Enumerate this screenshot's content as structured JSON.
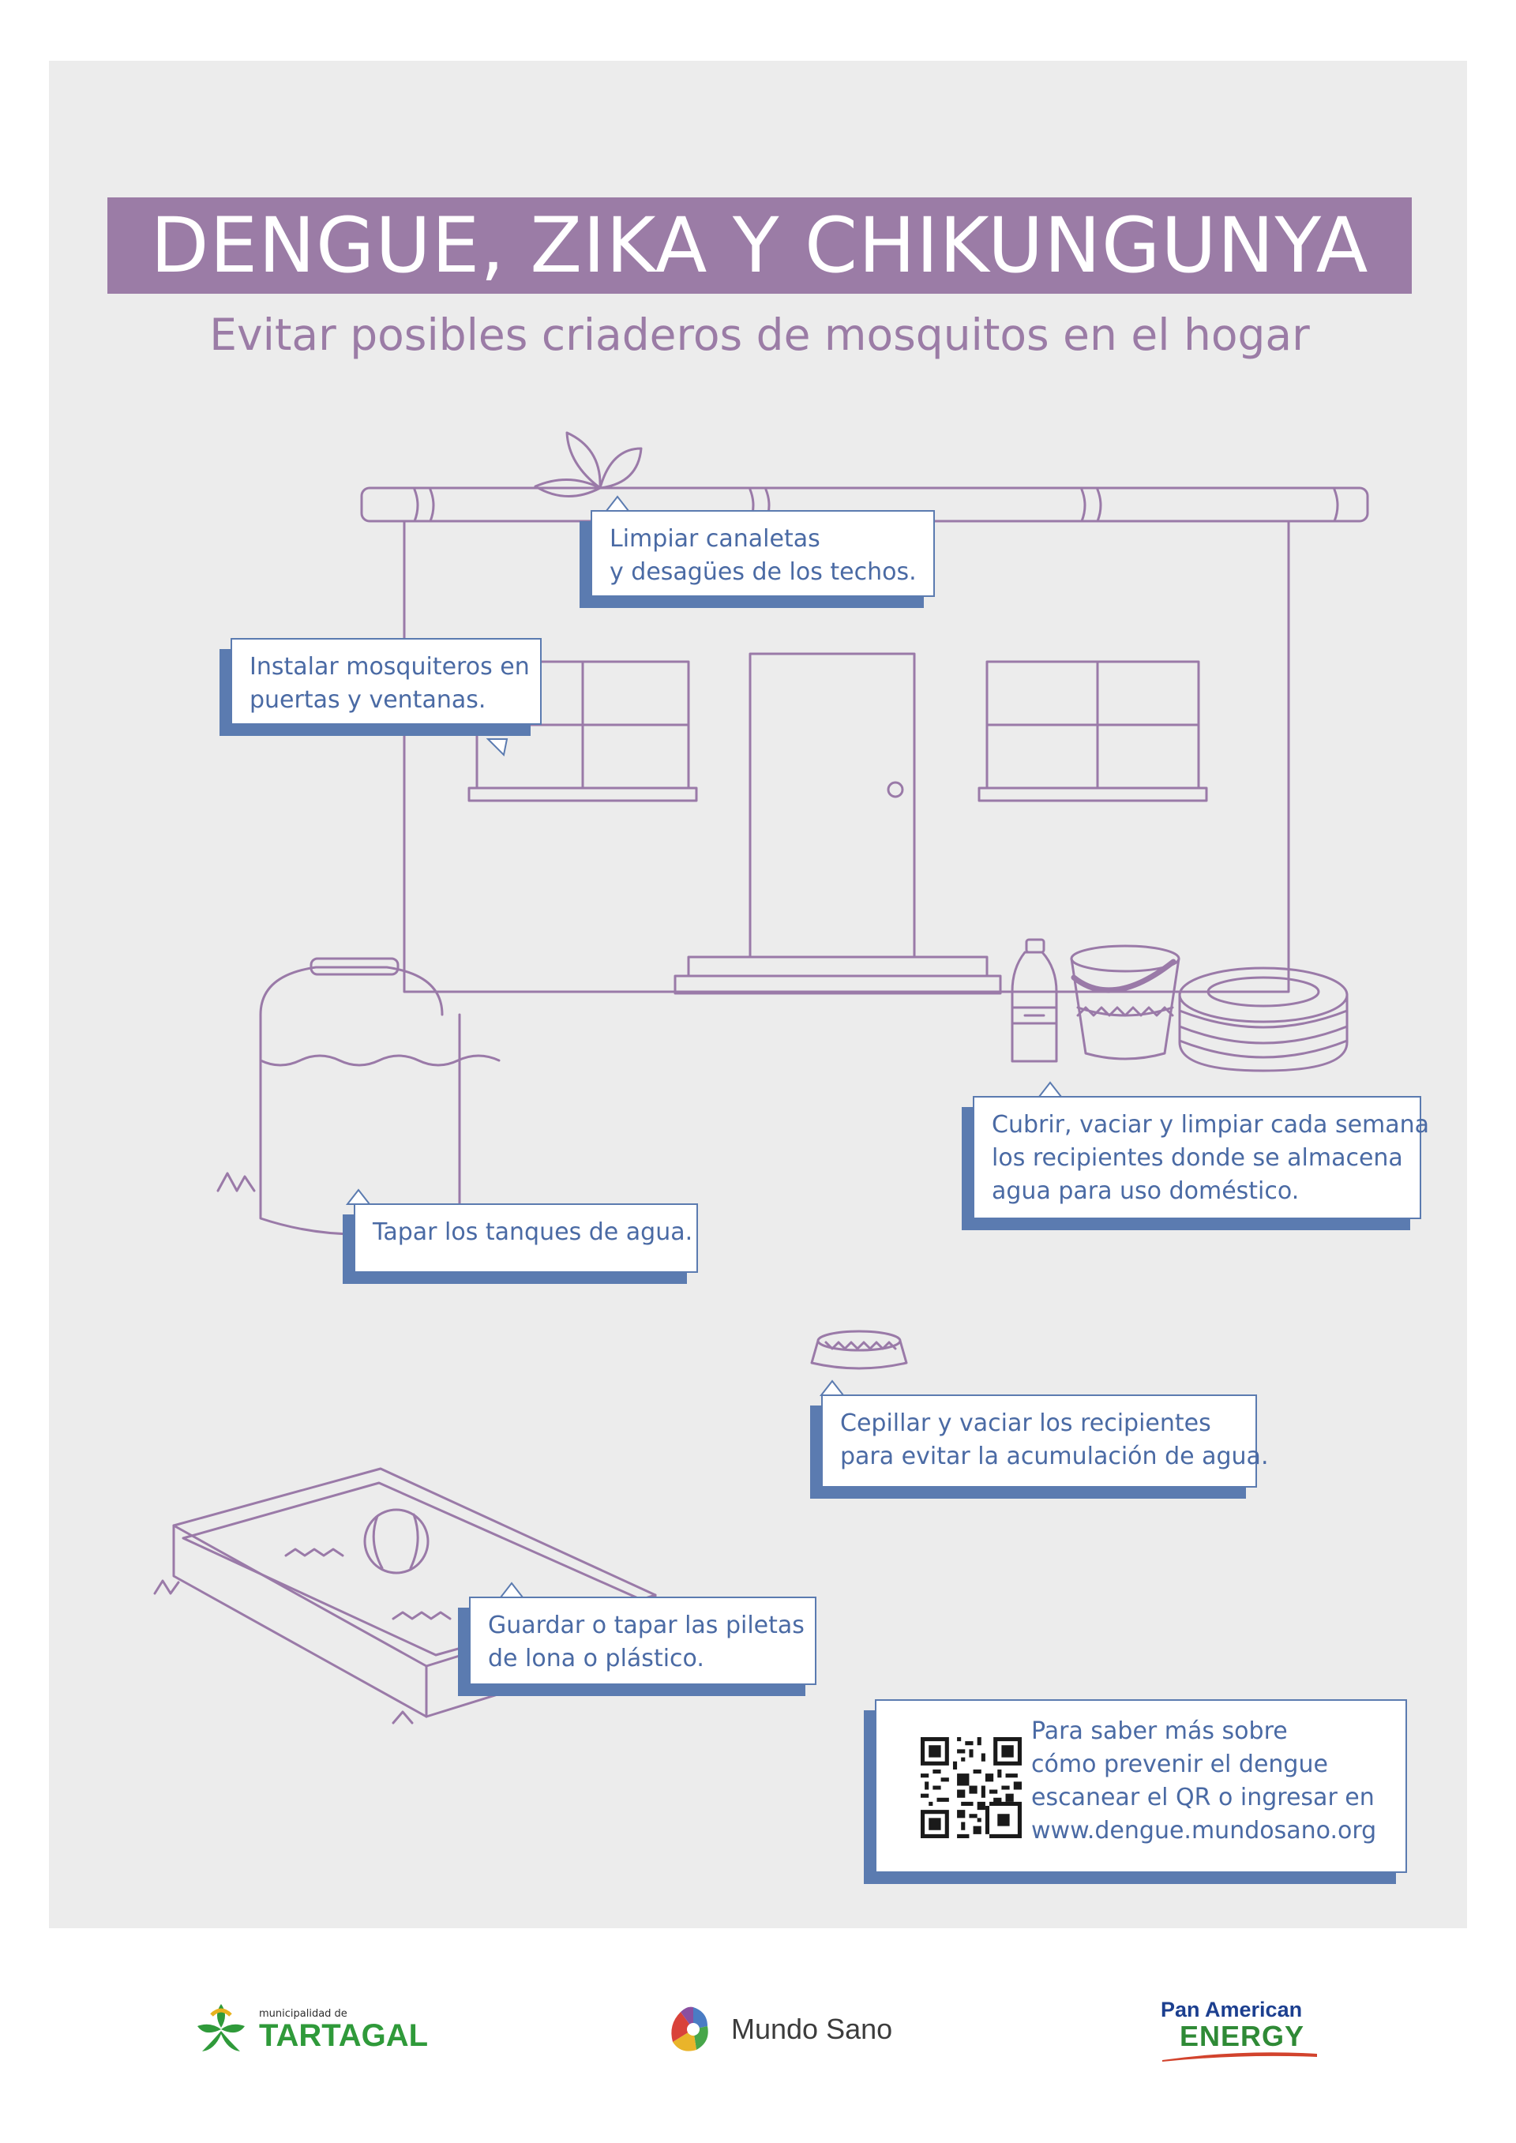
{
  "poster": {
    "title": "DENGUE, ZIKA Y CHIKUNGUNYA",
    "subtitle": "Evitar posibles criaderos de mosquitos en el hogar"
  },
  "tips": {
    "gutters": [
      "Limpiar canaletas",
      "y desagües de los techos."
    ],
    "screens": [
      "Instalar mosquiteros en",
      "puertas y ventanas."
    ],
    "containers": [
      "Cubrir, vaciar y limpiar cada semana",
      "los recipientes donde se almacena",
      "agua para uso doméstico."
    ],
    "tanks": [
      "Tapar los tanques de agua."
    ],
    "bowls": [
      "Cepillar y vaciar los recipientes",
      "para evitar la acumulación de agua."
    ],
    "pools": [
      "Guardar o tapar las piletas",
      "de lona o plástico."
    ]
  },
  "info": {
    "lines": [
      "Para saber más sobre",
      "cómo prevenir el dengue",
      "escanear el QR o ingresar en",
      "www.dengue.mundosano.org"
    ]
  },
  "sponsors": {
    "tartagal_small": "municipalidad de",
    "tartagal_big": "TARTAGAL",
    "mundo_sano": "Mundo Sano",
    "pae_line1": "Pan American",
    "pae_line2": "ENERGY"
  },
  "colors": {
    "purple": "#9b7ca6",
    "blue": "#5b7bb0",
    "poster_bg": "#ececec",
    "line_art": "#9a7aa8"
  },
  "icons": [
    "house-icon",
    "plant-icon",
    "water-tank-icon",
    "bottle-icon",
    "bucket-icon",
    "tires-icon",
    "pet-bowl-icon",
    "pool-icon",
    "ball-icon",
    "qr-code-icon",
    "tartagal-leaf-icon",
    "mundo-sano-hands-icon",
    "pae-swoosh-icon"
  ]
}
